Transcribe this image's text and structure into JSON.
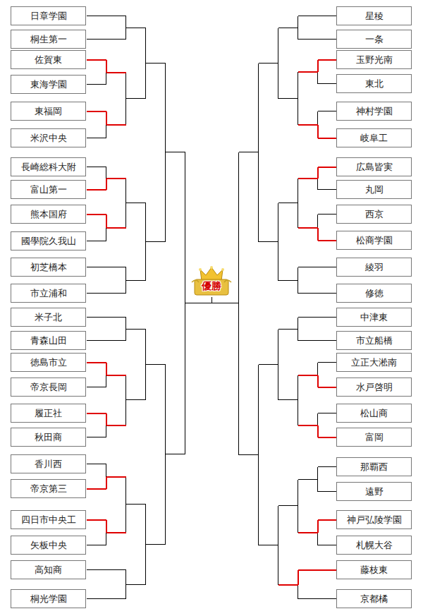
{
  "diagram": {
    "nodes": [
      {
        "text": [
          "日章学園"
        ]
      },
      {
        "text": [
          "桐生第一"
        ]
      },
      {
        "text": [
          "佐賀東"
        ]
      },
      {
        "text": [
          "東海学園"
        ]
      },
      {
        "text": [
          "東福岡"
        ]
      },
      {
        "text": [
          "米沢中央"
        ]
      },
      {
        "text": [
          "長崎総科大附"
        ]
      },
      {
        "text": [
          "富山第一"
        ]
      },
      {
        "text": [
          "熊本国府"
        ]
      },
      {
        "text": [
          "國學院久我山"
        ]
      },
      {
        "text": [
          "初芝橋本"
        ]
      },
      {
        "text": [
          "市立浦和"
        ]
      },
      {
        "text": [
          "米子北"
        ]
      },
      {
        "text": [
          "青森山田"
        ]
      },
      {
        "text": [
          "徳島市立"
        ]
      },
      {
        "text": [
          "帝京長岡"
        ]
      },
      {
        "text": [
          "履正社"
        ]
      },
      {
        "text": [
          "秋田商"
        ]
      },
      {
        "text": [
          "香川西"
        ]
      },
      {
        "text": [
          "帝京第三"
        ]
      },
      {
        "text": [
          "四日市中央工"
        ]
      },
      {
        "text": [
          "矢板中央"
        ]
      },
      {
        "text": [
          "高知商"
        ]
      },
      {
        "text": [
          "桐光学園"
        ]
      },
      {
        "text": [
          "星稜"
        ]
      },
      {
        "text": [
          "一条"
        ]
      },
      {
        "text": [
          "玉野光南"
        ]
      },
      {
        "text": [
          "東北"
        ]
      },
      {
        "text": [
          "神村学園"
        ]
      },
      {
        "text": [
          "岐阜工"
        ]
      },
      {
        "text": [
          "広島皆実"
        ]
      },
      {
        "text": [
          "丸岡"
        ]
      },
      {
        "text": [
          "西京"
        ]
      },
      {
        "text": [
          "松商学園"
        ]
      },
      {
        "text": [
          "綾羽"
        ]
      },
      {
        "text": [
          "修徳"
        ]
      },
      {
        "text": [
          "中津東"
        ]
      },
      {
        "text": [
          "市立船橋"
        ]
      },
      {
        "text": [
          "立正大淞南"
        ]
      },
      {
        "text": [
          "水戸啓明"
        ]
      },
      {
        "text": [
          "松山商"
        ]
      },
      {
        "text": [
          "富岡"
        ]
      },
      {
        "text": [
          "那覇西"
        ]
      },
      {
        "text": [
          "遠野"
        ]
      },
      {
        "text": [
          "神戸弘陵学園"
        ]
      },
      {
        "text": [
          "札幌大谷"
        ]
      },
      {
        "text": [
          "藤枝東"
        ]
      },
      {
        "text": [
          "京都橘"
        ]
      }
    ],
    "labels": [
      "優勝"
    ]
  }
}
